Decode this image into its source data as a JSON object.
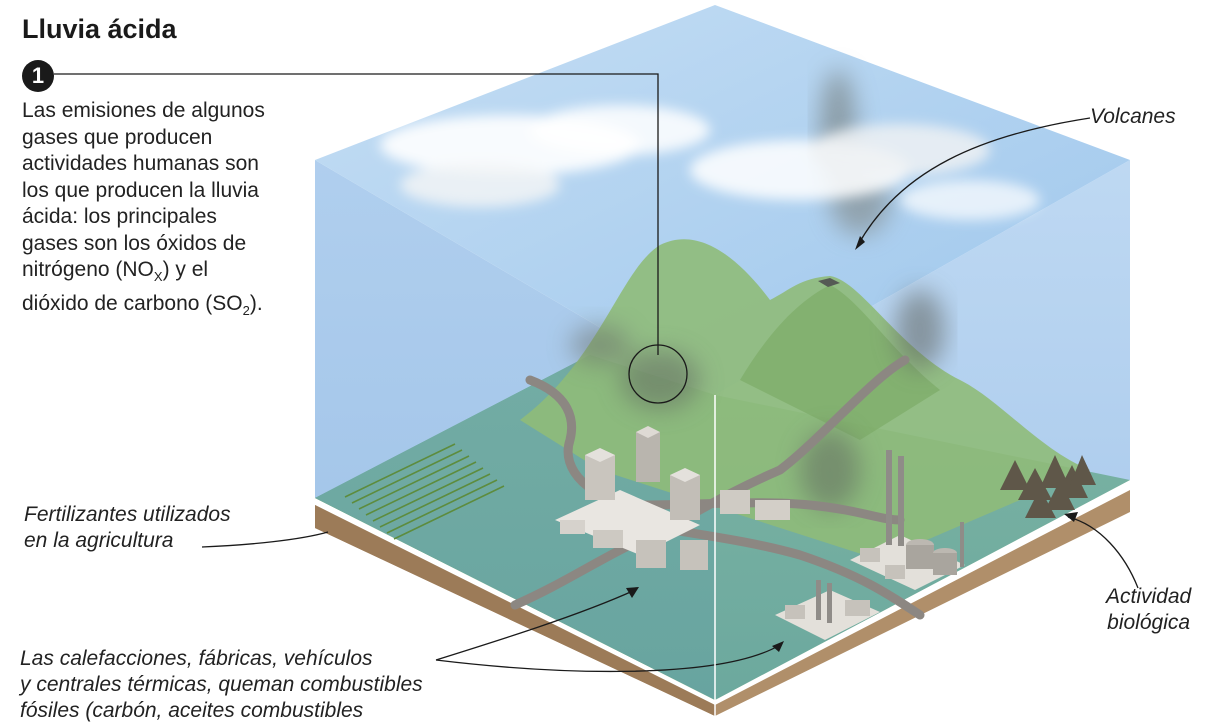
{
  "title": "Lluvia ácida",
  "step_number": "1",
  "intro": {
    "l1": "Las emisiones de algunos",
    "l2": "gases que producen",
    "l3": "actividades humanas son",
    "l4": "los que producen la lluvia",
    "l5": "ácida: los principales",
    "l6": "gases son los óxidos de",
    "l7a": "nitrógeno (NO",
    "l7sub": "X",
    "l7b": ") y el",
    "l8a": "dióxido de carbono (SO",
    "l8sub": "2",
    "l8b": ")."
  },
  "labels": {
    "volcanes": "Volcanes",
    "fertilizantes_1": "Fertilizantes utilizados",
    "fertilizantes_2": "en la agricultura",
    "actividad_1": "Actividad",
    "actividad_2": "biológica",
    "combustion_1": "Las calefacciones, fábricas, vehículos",
    "combustion_2": "y centrales térmicas, queman combustibles",
    "combustion_3": "fósiles (carbón, aceites combustibles"
  },
  "colors": {
    "sky_top": "#a9cdee",
    "sky_side": "#5d9ddb",
    "ground": "#8bc064",
    "ground_dark": "#79ad55",
    "soil": "#a88866",
    "mountain": "#8cb877",
    "road": "#8a8580",
    "building": "#c8c4bd",
    "text": "#222222"
  }
}
